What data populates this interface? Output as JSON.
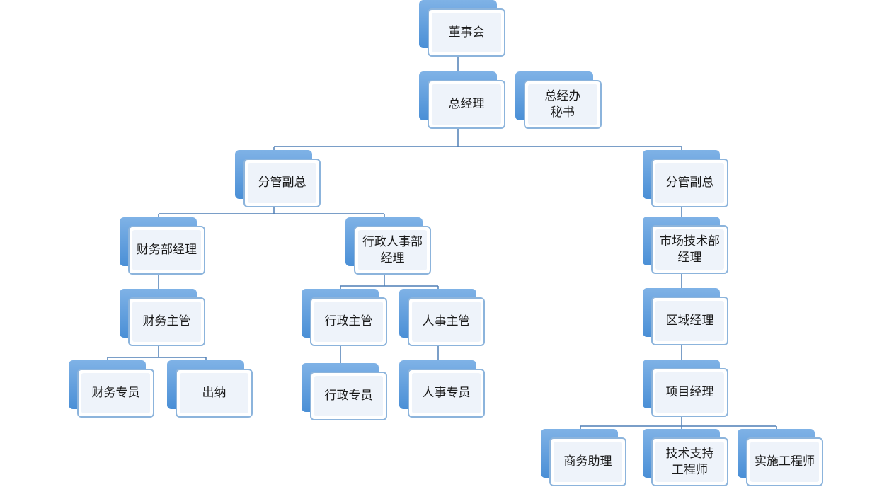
{
  "org_chart": {
    "nodes": {
      "board": "董事会",
      "gm": "总经理",
      "gm_secretary": "总经办\n秘书",
      "vp_left": "分管副总",
      "vp_right": "分管副总",
      "finance_manager": "财务部经理",
      "admin_hr_manager": "行政人事部\n经理",
      "market_tech_manager": "市场技术部\n经理",
      "finance_supervisor": "财务主管",
      "admin_supervisor": "行政主管",
      "hr_supervisor": "人事主管",
      "regional_manager": "区域经理",
      "finance_specialist": "财务专员",
      "cashier": "出纳",
      "admin_specialist": "行政专员",
      "hr_specialist": "人事专员",
      "project_manager": "项目经理",
      "business_assistant": "商务助理",
      "tech_support_engineer": "技术支持\n工程师",
      "implementation_engineer": "实施工程师"
    },
    "colors": {
      "node_shadow": "#4a8fd6",
      "node_border": "#8cb4dc",
      "node_fill": "#eef3fa",
      "connector": "#4f7fb5"
    }
  }
}
